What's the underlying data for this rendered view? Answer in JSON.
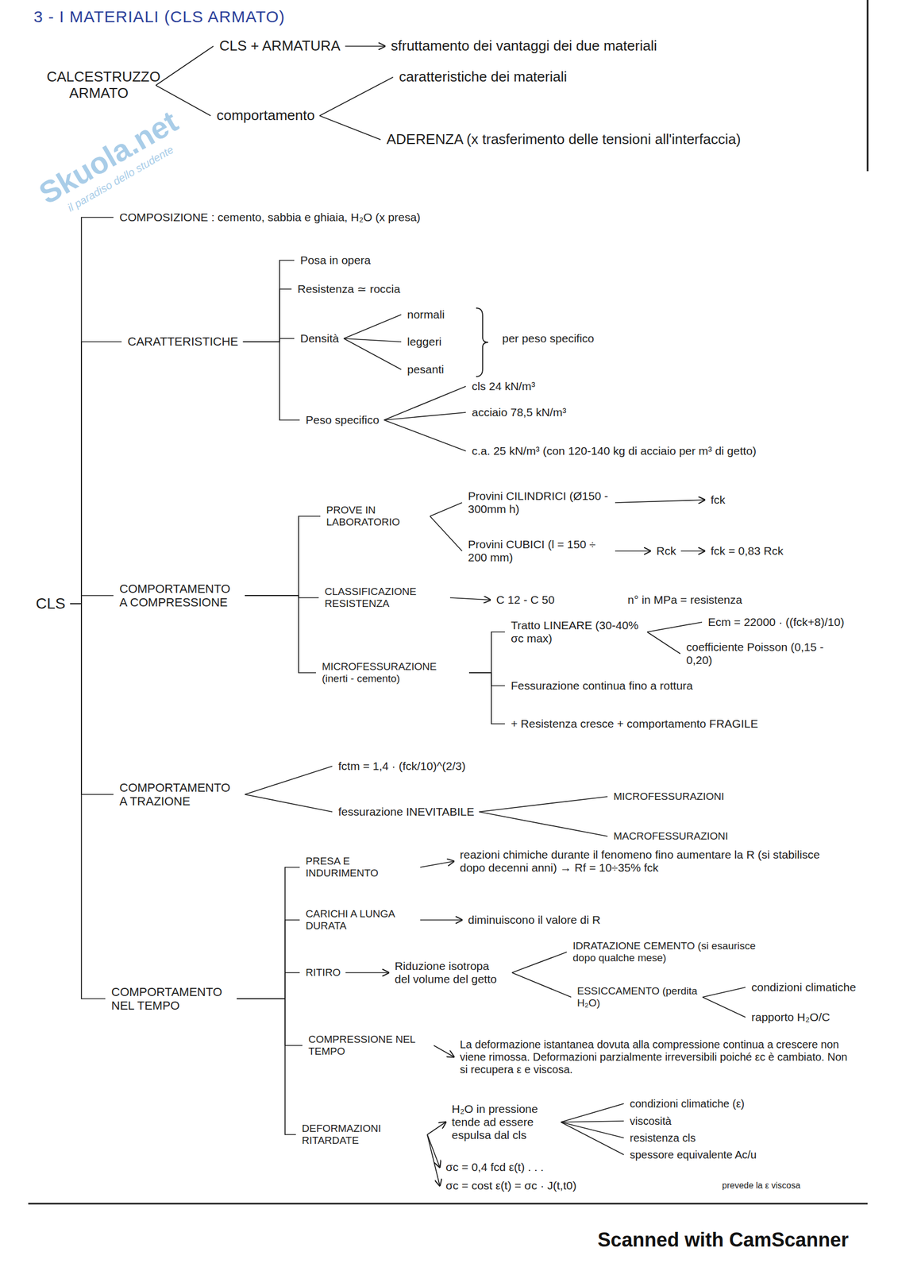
{
  "diagram": {
    "title": "3 - I MATERIALI (CLS ARMATO)",
    "nodes": [
      {
        "text": [
          "CALCESTRUZZO ARMATO"
        ]
      },
      {
        "text": [
          "CLS + ARMATURA"
        ]
      },
      {
        "text": [
          "sfruttamento dei vantaggi dei due materiali"
        ]
      },
      {
        "text": [
          "comportamento"
        ]
      },
      {
        "text": [
          "caratteristiche dei materiali"
        ]
      },
      {
        "text": [
          "ADERENZA (x trasferimento delle tensioni all'interfaccia)"
        ]
      },
      {
        "text": [
          "CLS"
        ]
      },
      {
        "text": [
          "COMPOSIZIONE : cemento, sabbia e ghiaia, H₂O (x presa)"
        ]
      },
      {
        "text": [
          "CARATTERISTICHE"
        ]
      },
      {
        "text": [
          "Posa in opera"
        ]
      },
      {
        "text": [
          "Resistenza ≃ roccia"
        ]
      },
      {
        "text": [
          "Densità"
        ]
      },
      {
        "text": [
          "normali"
        ]
      },
      {
        "text": [
          "leggeri"
        ]
      },
      {
        "text": [
          "pesanti"
        ]
      },
      {
        "text": [
          "Peso specifico"
        ]
      },
      {
        "text": [
          "cls 24 kN/m³"
        ]
      },
      {
        "text": [
          "acciaio 78,5 kN/m³"
        ]
      },
      {
        "text": [
          "c.a. 25 kN/m³ (con 120-140 kg di acciaio per m³ di getto)"
        ]
      },
      {
        "text": [
          "COMPORTAMENTO A COMPRESSIONE"
        ]
      },
      {
        "text": [
          "PROVE IN LABORATORIO"
        ]
      },
      {
        "text": [
          "Provini CILINDRICI (Ø150 - 300mm h)"
        ]
      },
      {
        "text": [
          "fck"
        ]
      },
      {
        "text": [
          "Provini CUBICI (l = 150 ÷ 200 mm)"
        ]
      },
      {
        "text": [
          "Rck"
        ]
      },
      {
        "text": [
          "fck = 0,83 Rck"
        ]
      },
      {
        "text": [
          "CLASSIFICAZIONE RESISTENZA"
        ]
      },
      {
        "text": [
          "C 12 - C 50"
        ]
      },
      {
        "text": [
          "MICROFESSURAZIONE (inerti - cemento)"
        ]
      },
      {
        "text": [
          "Tratto LINEARE (30-40% σc max)"
        ]
      },
      {
        "text": [
          "Ecm = 22000 · ((fck+8)/10)"
        ]
      },
      {
        "text": [
          "coefficiente Poisson (0,15 - 0,20)"
        ]
      },
      {
        "text": [
          "Fessurazione continua fino a rottura"
        ]
      },
      {
        "text": [
          "+ Resistenza cresce + comportamento FRAGILE"
        ]
      },
      {
        "text": [
          "COMPORTAMENTO A TRAZIONE"
        ]
      },
      {
        "text": [
          "fctm = 1,4 · (fck/10)^(2/3)"
        ]
      },
      {
        "text": [
          "fessurazione INEVITABILE"
        ]
      },
      {
        "text": [
          "MICROFESSURAZIONI"
        ]
      },
      {
        "text": [
          "MACROFESSURAZIONI"
        ]
      },
      {
        "text": [
          "COMPORTAMENTO NEL TEMPO"
        ]
      },
      {
        "text": [
          "PRESA E INDURIMENTO"
        ]
      },
      {
        "text": [
          "reazioni chimiche durante il fenomeno fino aumentare la R (si stabilisce dopo decenni anni) → Rf = 10÷35% fck"
        ]
      },
      {
        "text": [
          "CARICHI A LUNGA DURATA"
        ]
      },
      {
        "text": [
          "diminuiscono il valore di R"
        ]
      },
      {
        "text": [
          "RITIRO"
        ]
      },
      {
        "text": [
          "Riduzione isotropa del volume del getto"
        ]
      },
      {
        "text": [
          "IDRATAZIONE CEMENTO (si esaurisce dopo qualche mese)"
        ]
      },
      {
        "text": [
          "ESSICCAMENTO (perdita H₂O)"
        ]
      },
      {
        "text": [
          "condizioni climatiche"
        ]
      },
      {
        "text": [
          "rapporto H₂O/C"
        ]
      },
      {
        "text": [
          "COMPRESSIONE NEL TEMPO"
        ]
      },
      {
        "text": [
          "La deformazione istantanea dovuta alla compressione continua a crescere non viene rimossa. Deformazioni parzialmente irreversibili poiché εc è cambiato. Non si recupera ε e viscosa."
        ]
      },
      {
        "text": [
          "DEFORMAZIONI RITARDATE"
        ]
      },
      {
        "text": [
          "H₂O in pressione tende ad essere espulsa dal cls"
        ]
      },
      {
        "text": [
          "condizioni climatiche (ε)"
        ]
      },
      {
        "text": [
          "viscosità"
        ]
      },
      {
        "text": [
          "resistenza cls"
        ]
      },
      {
        "text": [
          "spessore equivalente Ac/u"
        ]
      },
      {
        "text": [
          "σc = 0,4 fcd ε(t) . . ."
        ]
      },
      {
        "text": [
          "σc = cost ε(t) = σc · J(t,t0)"
        ]
      }
    ],
    "edges": [
      {
        "from": 0,
        "to": 1,
        "arrow": "none"
      },
      {
        "from": 1,
        "to": 2,
        "arrow": "to"
      },
      {
        "from": 0,
        "to": 3,
        "arrow": "none"
      },
      {
        "from": 3,
        "to": 4,
        "arrow": "none"
      },
      {
        "from": 3,
        "to": 5,
        "arrow": "none"
      },
      {
        "from": 6,
        "to": 7,
        "arrow": "none"
      },
      {
        "from": 6,
        "to": 8,
        "arrow": "none"
      },
      {
        "from": 6,
        "to": 19,
        "arrow": "none"
      },
      {
        "from": 6,
        "to": 34,
        "arrow": "none"
      },
      {
        "from": 6,
        "to": 39,
        "arrow": "none"
      },
      {
        "from": 8,
        "to": 9,
        "arrow": "none"
      },
      {
        "from": 8,
        "to": 10,
        "arrow": "none"
      },
      {
        "from": 8,
        "to": 11,
        "arrow": "none"
      },
      {
        "from": 8,
        "to": 15,
        "arrow": "none"
      },
      {
        "from": 11,
        "to": 12,
        "arrow": "none"
      },
      {
        "from": 11,
        "to": 13,
        "arrow": "none"
      },
      {
        "from": 11,
        "to": 14,
        "arrow": "none"
      },
      {
        "from": 15,
        "to": 16,
        "arrow": "none"
      },
      {
        "from": 15,
        "to": 17,
        "arrow": "none"
      },
      {
        "from": 15,
        "to": 18,
        "arrow": "none"
      },
      {
        "from": 19,
        "to": 20,
        "arrow": "none"
      },
      {
        "from": 19,
        "to": 26,
        "arrow": "none"
      },
      {
        "from": 19,
        "to": 28,
        "arrow": "none"
      },
      {
        "from": 20,
        "to": 21,
        "arrow": "none"
      },
      {
        "from": 20,
        "to": 23,
        "arrow": "none"
      },
      {
        "from": 21,
        "to": 22,
        "arrow": "to"
      },
      {
        "from": 23,
        "to": 24,
        "arrow": "to"
      },
      {
        "from": 24,
        "to": 25,
        "arrow": "to"
      },
      {
        "from": 26,
        "to": 27,
        "arrow": "to"
      },
      {
        "from": 28,
        "to": 29,
        "arrow": "none"
      },
      {
        "from": 28,
        "to": 32,
        "arrow": "none"
      },
      {
        "from": 28,
        "to": 33,
        "arrow": "none"
      },
      {
        "from": 29,
        "to": 30,
        "arrow": "none"
      },
      {
        "from": 29,
        "to": 31,
        "arrow": "none"
      },
      {
        "from": 34,
        "to": 35,
        "arrow": "none"
      },
      {
        "from": 34,
        "to": 36,
        "arrow": "none"
      },
      {
        "from": 36,
        "to": 37,
        "arrow": "none"
      },
      {
        "from": 36,
        "to": 38,
        "arrow": "none"
      },
      {
        "from": 39,
        "to": 40,
        "arrow": "none"
      },
      {
        "from": 39,
        "to": 42,
        "arrow": "none"
      },
      {
        "from": 39,
        "to": 44,
        "arrow": "none"
      },
      {
        "from": 39,
        "to": 50,
        "arrow": "none"
      },
      {
        "from": 39,
        "to": 52,
        "arrow": "none"
      },
      {
        "from": 40,
        "to": 41,
        "arrow": "to"
      },
      {
        "from": 42,
        "to": 43,
        "arrow": "to"
      },
      {
        "from": 44,
        "to": 45,
        "arrow": "to"
      },
      {
        "from": 45,
        "to": 46,
        "arrow": "none"
      },
      {
        "from": 45,
        "to": 47,
        "arrow": "none"
      },
      {
        "from": 47,
        "to": 48,
        "arrow": "none"
      },
      {
        "from": 47,
        "to": 49,
        "arrow": "none"
      },
      {
        "from": 50,
        "to": 51,
        "arrow": "to"
      },
      {
        "from": 52,
        "to": 53,
        "arrow": "to"
      },
      {
        "from": 52,
        "to": 58,
        "arrow": "to"
      },
      {
        "from": 52,
        "to": 59,
        "arrow": "to"
      },
      {
        "from": 53,
        "to": 54,
        "arrow": "none"
      },
      {
        "from": 53,
        "to": 55,
        "arrow": "none"
      },
      {
        "from": 53,
        "to": 56,
        "arrow": "none"
      },
      {
        "from": 53,
        "to": 57,
        "arrow": "none"
      }
    ],
    "labels": [
      "per peso specifico",
      "n° in MPa = resistenza",
      "prevede la ε viscosa",
      "Skuola.net",
      "il paradiso dello studente",
      "Scanned with CamScanner"
    ]
  }
}
